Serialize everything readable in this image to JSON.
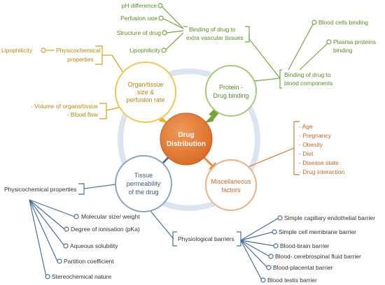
{
  "center": {
    "line1": "Drug",
    "line2": "Distribution"
  },
  "nodes": {
    "organ": {
      "line1": "Organ/tissue",
      "line2": "size &",
      "line3": "perfusion rate"
    },
    "protein": {
      "line1": "Protein -",
      "line2": "Drug binding"
    },
    "tissue": {
      "line1": "Tissue",
      "line2": "permeability",
      "line3": "of the drug"
    },
    "misc": {
      "line1": "Miscellaneous",
      "line2": "factors"
    }
  },
  "organ_branch": {
    "physchem_line1": "Physicochemical",
    "physchem_line2": "properties",
    "lipophilicity": "Lipophilicity",
    "volume_line1": "- Volume of organs/tissue",
    "volume_line2": "- Blood flow"
  },
  "protein_branch": {
    "extravascular": {
      "line1": "Binding of drug to",
      "line2": "extra vascular tissues",
      "items": [
        "pH difference",
        "Perfusion rate",
        "Structure of drug",
        "Lipophilicity"
      ]
    },
    "blood": {
      "line1": "Binding of drug to",
      "line2": "blood components",
      "items": [
        {
          "line1": "Blood cells binding",
          "line2": ""
        },
        {
          "line1": "Plasma proteins",
          "line2": "binding"
        }
      ]
    }
  },
  "misc_branch": {
    "items": [
      "- Age",
      "- Pregnancy",
      "- Obesity",
      "- Diet",
      "- Disease state",
      "- Drug interaction"
    ]
  },
  "tissue_branch": {
    "physchem": {
      "label": "Physicochemical properties",
      "items": [
        "Molecular size/ weight",
        "Degree of ionisation (pKa)",
        "Aqueous solubility",
        "Partition coefficient",
        "Stereochemical nature"
      ]
    },
    "physio": {
      "label": "Physiological barriers",
      "items": [
        "Simple capillary endothelial barrier",
        "Simple cell membrane barrier",
        "Blood-brain barrier",
        "Blood- cerebrospinal fluid barrier",
        "Blood-placental barrier",
        "Blood testis barrier"
      ]
    }
  },
  "colors": {
    "ring": "#dbe5f1",
    "center_fill": "#e07b39",
    "organ": "#d4a017",
    "protein": "#77a33d",
    "tissue": "#4a6e92",
    "misc": "#d2793a",
    "text_dark": "#333333"
  }
}
